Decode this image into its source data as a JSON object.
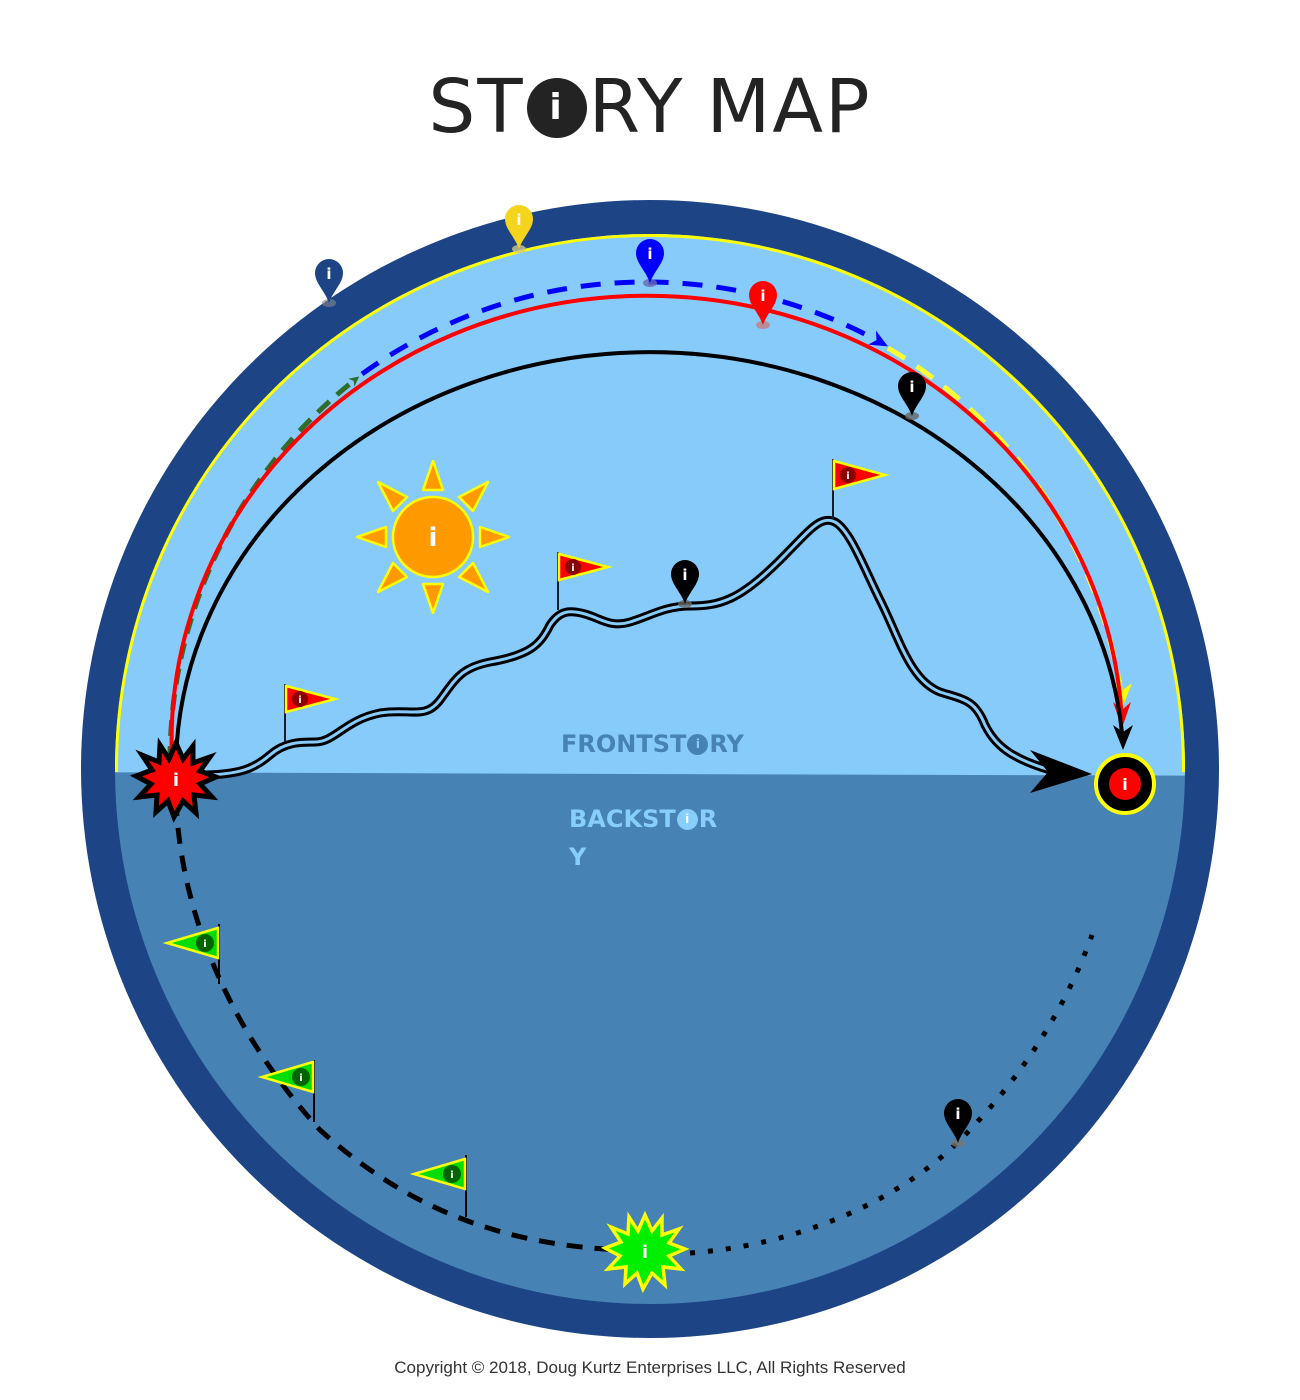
{
  "title": {
    "before_icon": "ST",
    "icon_glyph": "i",
    "after_icon": "RY",
    "second_word": "MAP",
    "full_text": "STORY MAP"
  },
  "labels": {
    "frontstory": {
      "before": "FRONTST",
      "icon": "i",
      "after": "RY",
      "full": "FRONTSTORY"
    },
    "backstory": {
      "before": "BACKST",
      "icon": "i",
      "after": "R",
      "wrap": "Y",
      "full": "BACKSTORY"
    }
  },
  "footer": {
    "copyright": "Copyright © 2018, Doug Kurtz Enterprises LLC, All Rights Reserved"
  },
  "colors": {
    "outer_ring": "#1d4586",
    "frontstory_bg": "#87cbfa",
    "backstory_bg": "#4682b4",
    "yellow_band": "#ffff00",
    "red_arc": "#ff0000",
    "blue_dashed": "#0000ff",
    "green_dashed": "#2f6e2a",
    "yellow_dashed": "#ffff33",
    "sun_fill": "#ff9900",
    "sun_stroke": "#ffff00",
    "inciting_burst": "#ff0000",
    "backstory_burst": "#00ee00",
    "flag_red": "#ff0000",
    "flag_green": "#00dd00",
    "pin_navy": "#1d4586",
    "pin_yellow": "#f4d41c",
    "pin_blue": "#0000ff",
    "pin_red": "#ff0000",
    "pin_black": "#000000"
  },
  "info_glyph": "i",
  "markers": {
    "inciting_incident": {
      "type": "burst",
      "color": "red",
      "glyph": "i"
    },
    "backstory_origin": {
      "type": "burst",
      "color": "green",
      "glyph": "i"
    },
    "sun": {
      "type": "sun",
      "glyph": "i"
    },
    "goal_target": {
      "type": "target",
      "glyph": "i"
    },
    "pins": [
      {
        "id": "outer-ring",
        "color": "navy",
        "glyph": "i"
      },
      {
        "id": "yellow-band",
        "color": "yellow",
        "glyph": "i"
      },
      {
        "id": "blue-arc",
        "color": "blue",
        "glyph": "i"
      },
      {
        "id": "red-arc",
        "color": "red",
        "glyph": "i"
      },
      {
        "id": "black-arc",
        "color": "black",
        "glyph": "i"
      },
      {
        "id": "plot-path",
        "color": "black",
        "glyph": "i"
      },
      {
        "id": "backstory-dotted",
        "color": "black",
        "glyph": "i"
      }
    ],
    "frontstory_flags": [
      {
        "id": "flag-1",
        "glyph": "i"
      },
      {
        "id": "flag-2",
        "glyph": "i"
      },
      {
        "id": "flag-3-peak",
        "glyph": "i"
      }
    ],
    "backstory_flags": [
      {
        "id": "flag-b1",
        "glyph": "i"
      },
      {
        "id": "flag-b2",
        "glyph": "i"
      },
      {
        "id": "flag-b3",
        "glyph": "i"
      }
    ]
  }
}
